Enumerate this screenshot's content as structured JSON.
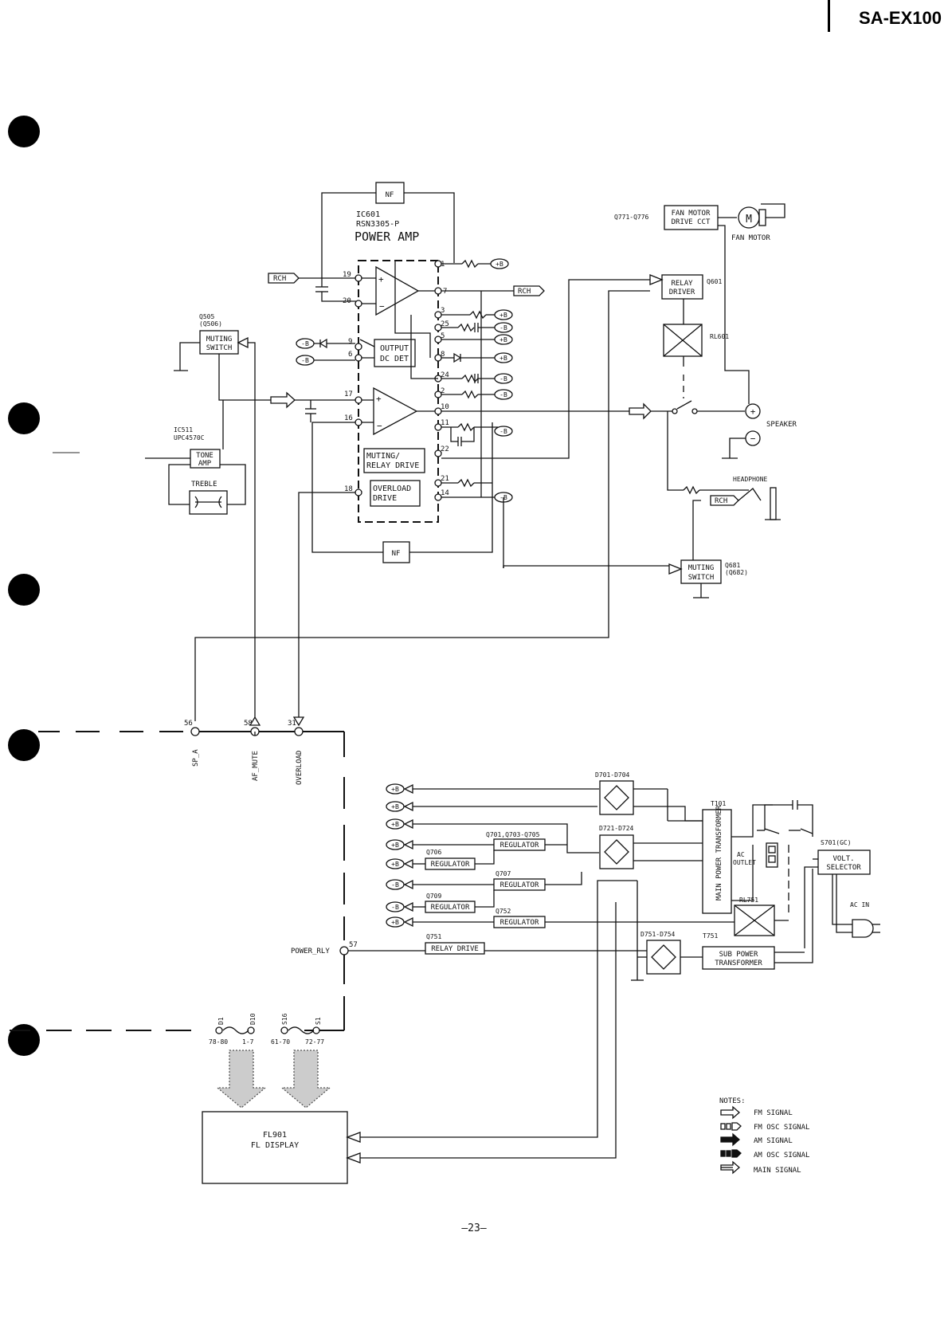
{
  "header": {
    "model": "SA-EX100"
  },
  "page_number": "—23—",
  "ic601": {
    "ref": "IC601",
    "part": "RSN3305-P",
    "function": "POWER AMP"
  },
  "blocks": {
    "nf_top": "NF",
    "nf_bottom": "NF",
    "output_dc_det": [
      "OUTPUT",
      "DC DET"
    ],
    "muting_relay_drive": [
      "MUTING/",
      "RELAY DRIVE"
    ],
    "overload_drive": [
      "OVERLOAD",
      "DRIVE"
    ],
    "muting_switch_left": [
      "MUTING",
      "SWITCH"
    ],
    "tone_amp": [
      "TONE",
      "AMP"
    ],
    "treble": "TREBLE",
    "fan_motor_drive": [
      "FAN MOTOR",
      "DRIVE CCT"
    ],
    "relay_driver": [
      "RELAY",
      "DRIVER"
    ],
    "muting_switch_right": [
      "MUTING",
      "SWITCH"
    ],
    "fl_display": [
      "FL901",
      "FL DISPLAY"
    ],
    "regulator": "REGULATOR",
    "relay_drive": "RELAY DRIVE",
    "sub_power_transformer": [
      "SUB POWER",
      "TRANSFORMER"
    ],
    "main_power_transformer": "MAIN POWER TRANSFORMER",
    "volt_selector": [
      "VOLT.",
      "SELECTOR"
    ],
    "ac_outlet": [
      "AC",
      "OUTLET"
    ]
  },
  "labels": {
    "q505": [
      "Q505",
      "(Q506)"
    ],
    "ic511": [
      "IC511",
      "UPC4570C"
    ],
    "q771": "Q771-Q776",
    "fan_motor": "FAN MOTOR",
    "q601": "Q601",
    "rl601": "RL601",
    "speaker": "SPEAKER",
    "headphone": "HEADPHONE",
    "q681": [
      "Q681",
      "(Q682)"
    ],
    "rch": "RCH",
    "plus_b": "+B",
    "minus_b": "-B",
    "d701": "D701-D704",
    "d721": "D721-D724",
    "d751": "D751-D754",
    "t101": "T101",
    "t751": "T751",
    "s701": "S701(GC)",
    "rl751": "RL751",
    "ac_in": "AC IN",
    "q701": "Q701,Q703-Q705",
    "q706": "Q706",
    "q707": "Q707",
    "q709": "Q709",
    "q752": "Q752",
    "q751": "Q751",
    "motor": "M"
  },
  "ic_pins": [
    "19",
    "20",
    "1",
    "7",
    "3",
    "25",
    "9",
    "6",
    "5",
    "8",
    "24",
    "17",
    "16",
    "2",
    "10",
    "11",
    "22",
    "21",
    "18",
    "14"
  ],
  "connector": {
    "pins": [
      "56",
      "58",
      "31",
      "57"
    ],
    "signals": [
      "SP_A",
      "AF_MUTE",
      "OVERLOAD",
      "POWER_RLY"
    ],
    "fl_pins": [
      "D1",
      "D10",
      "S16",
      "S1"
    ],
    "fl_pin_ranges": [
      "78-80",
      "1-7",
      "61-70",
      "72-77"
    ]
  },
  "notes": {
    "title": "NOTES:",
    "items": [
      "FM SIGNAL",
      "FM OSC SIGNAL",
      "AM SIGNAL",
      "AM OSC SIGNAL",
      "MAIN SIGNAL"
    ]
  }
}
